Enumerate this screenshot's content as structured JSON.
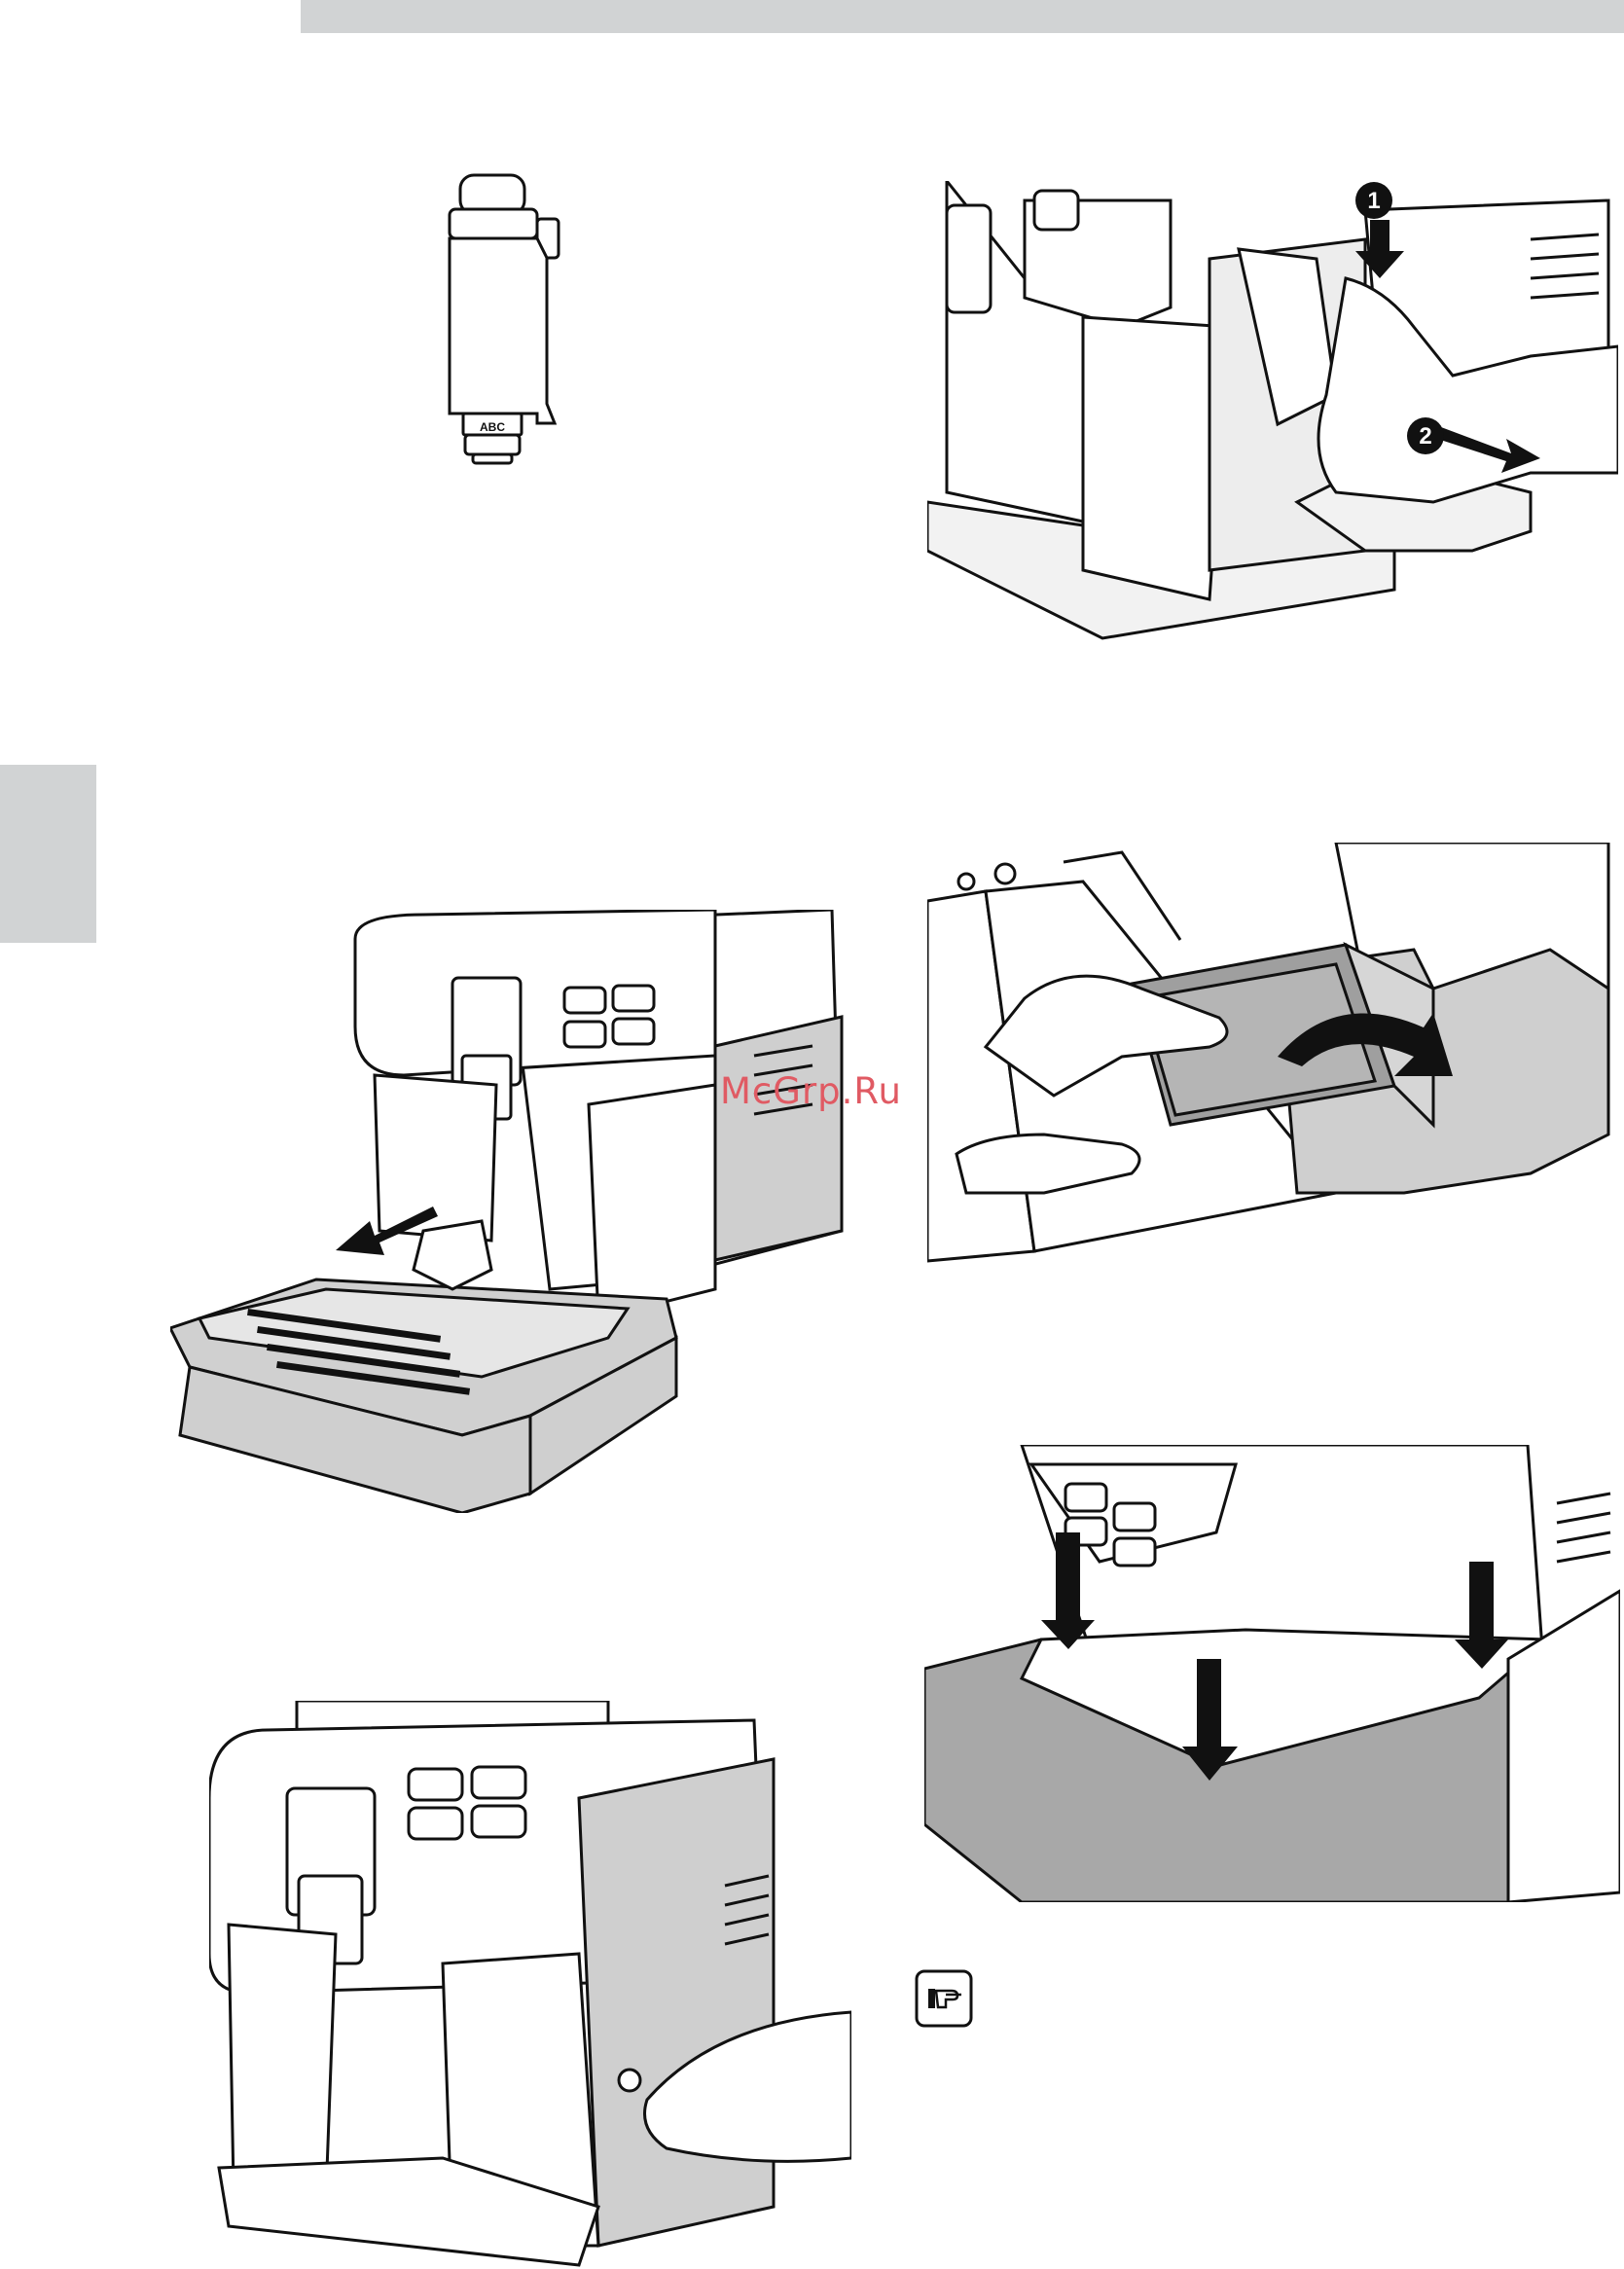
{
  "watermark": "McGrp.Ru",
  "figures": {
    "filter": {
      "cartridge_label": "ABC"
    },
    "remove_filter_steps": {
      "step1": "1",
      "step2": "2"
    }
  },
  "icons": {
    "note": "hand-pointing-note-icon"
  }
}
